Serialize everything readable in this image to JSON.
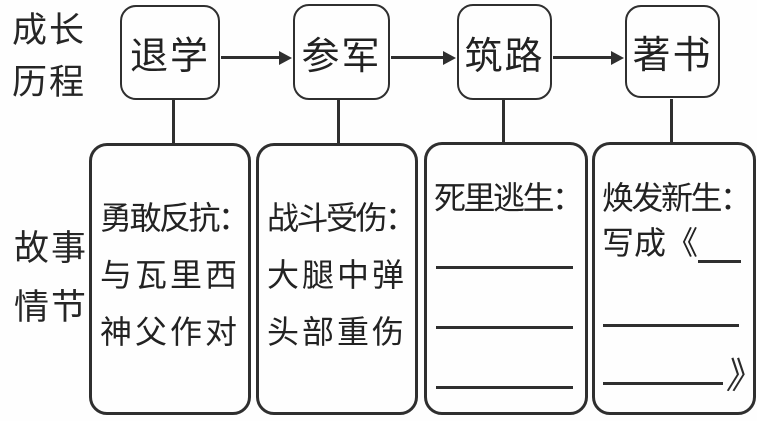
{
  "colors": {
    "ink": "#2f2f2f",
    "background": "#fefefe",
    "text": "#222222"
  },
  "left_labels": {
    "growth": {
      "line1": "成长",
      "line2": "历程"
    },
    "story": {
      "line1": "故事",
      "line2": "情节"
    }
  },
  "stages": [
    {
      "label": "退学"
    },
    {
      "label": "参军"
    },
    {
      "label": "筑路"
    },
    {
      "label": "著书"
    }
  ],
  "story_boxes": [
    {
      "heading": "勇敢反抗：",
      "line2": "与瓦里西",
      "line3": "神父作对"
    },
    {
      "heading": "战斗受伤：",
      "line2": "大腿中弹",
      "line3": "头部重伤"
    },
    {
      "heading": "死里逃生：",
      "blank_lines": 3
    },
    {
      "heading": "焕发新生：",
      "line2_prefix": "写成《",
      "blank_lines": 2,
      "closing_bracket": "》"
    }
  ]
}
